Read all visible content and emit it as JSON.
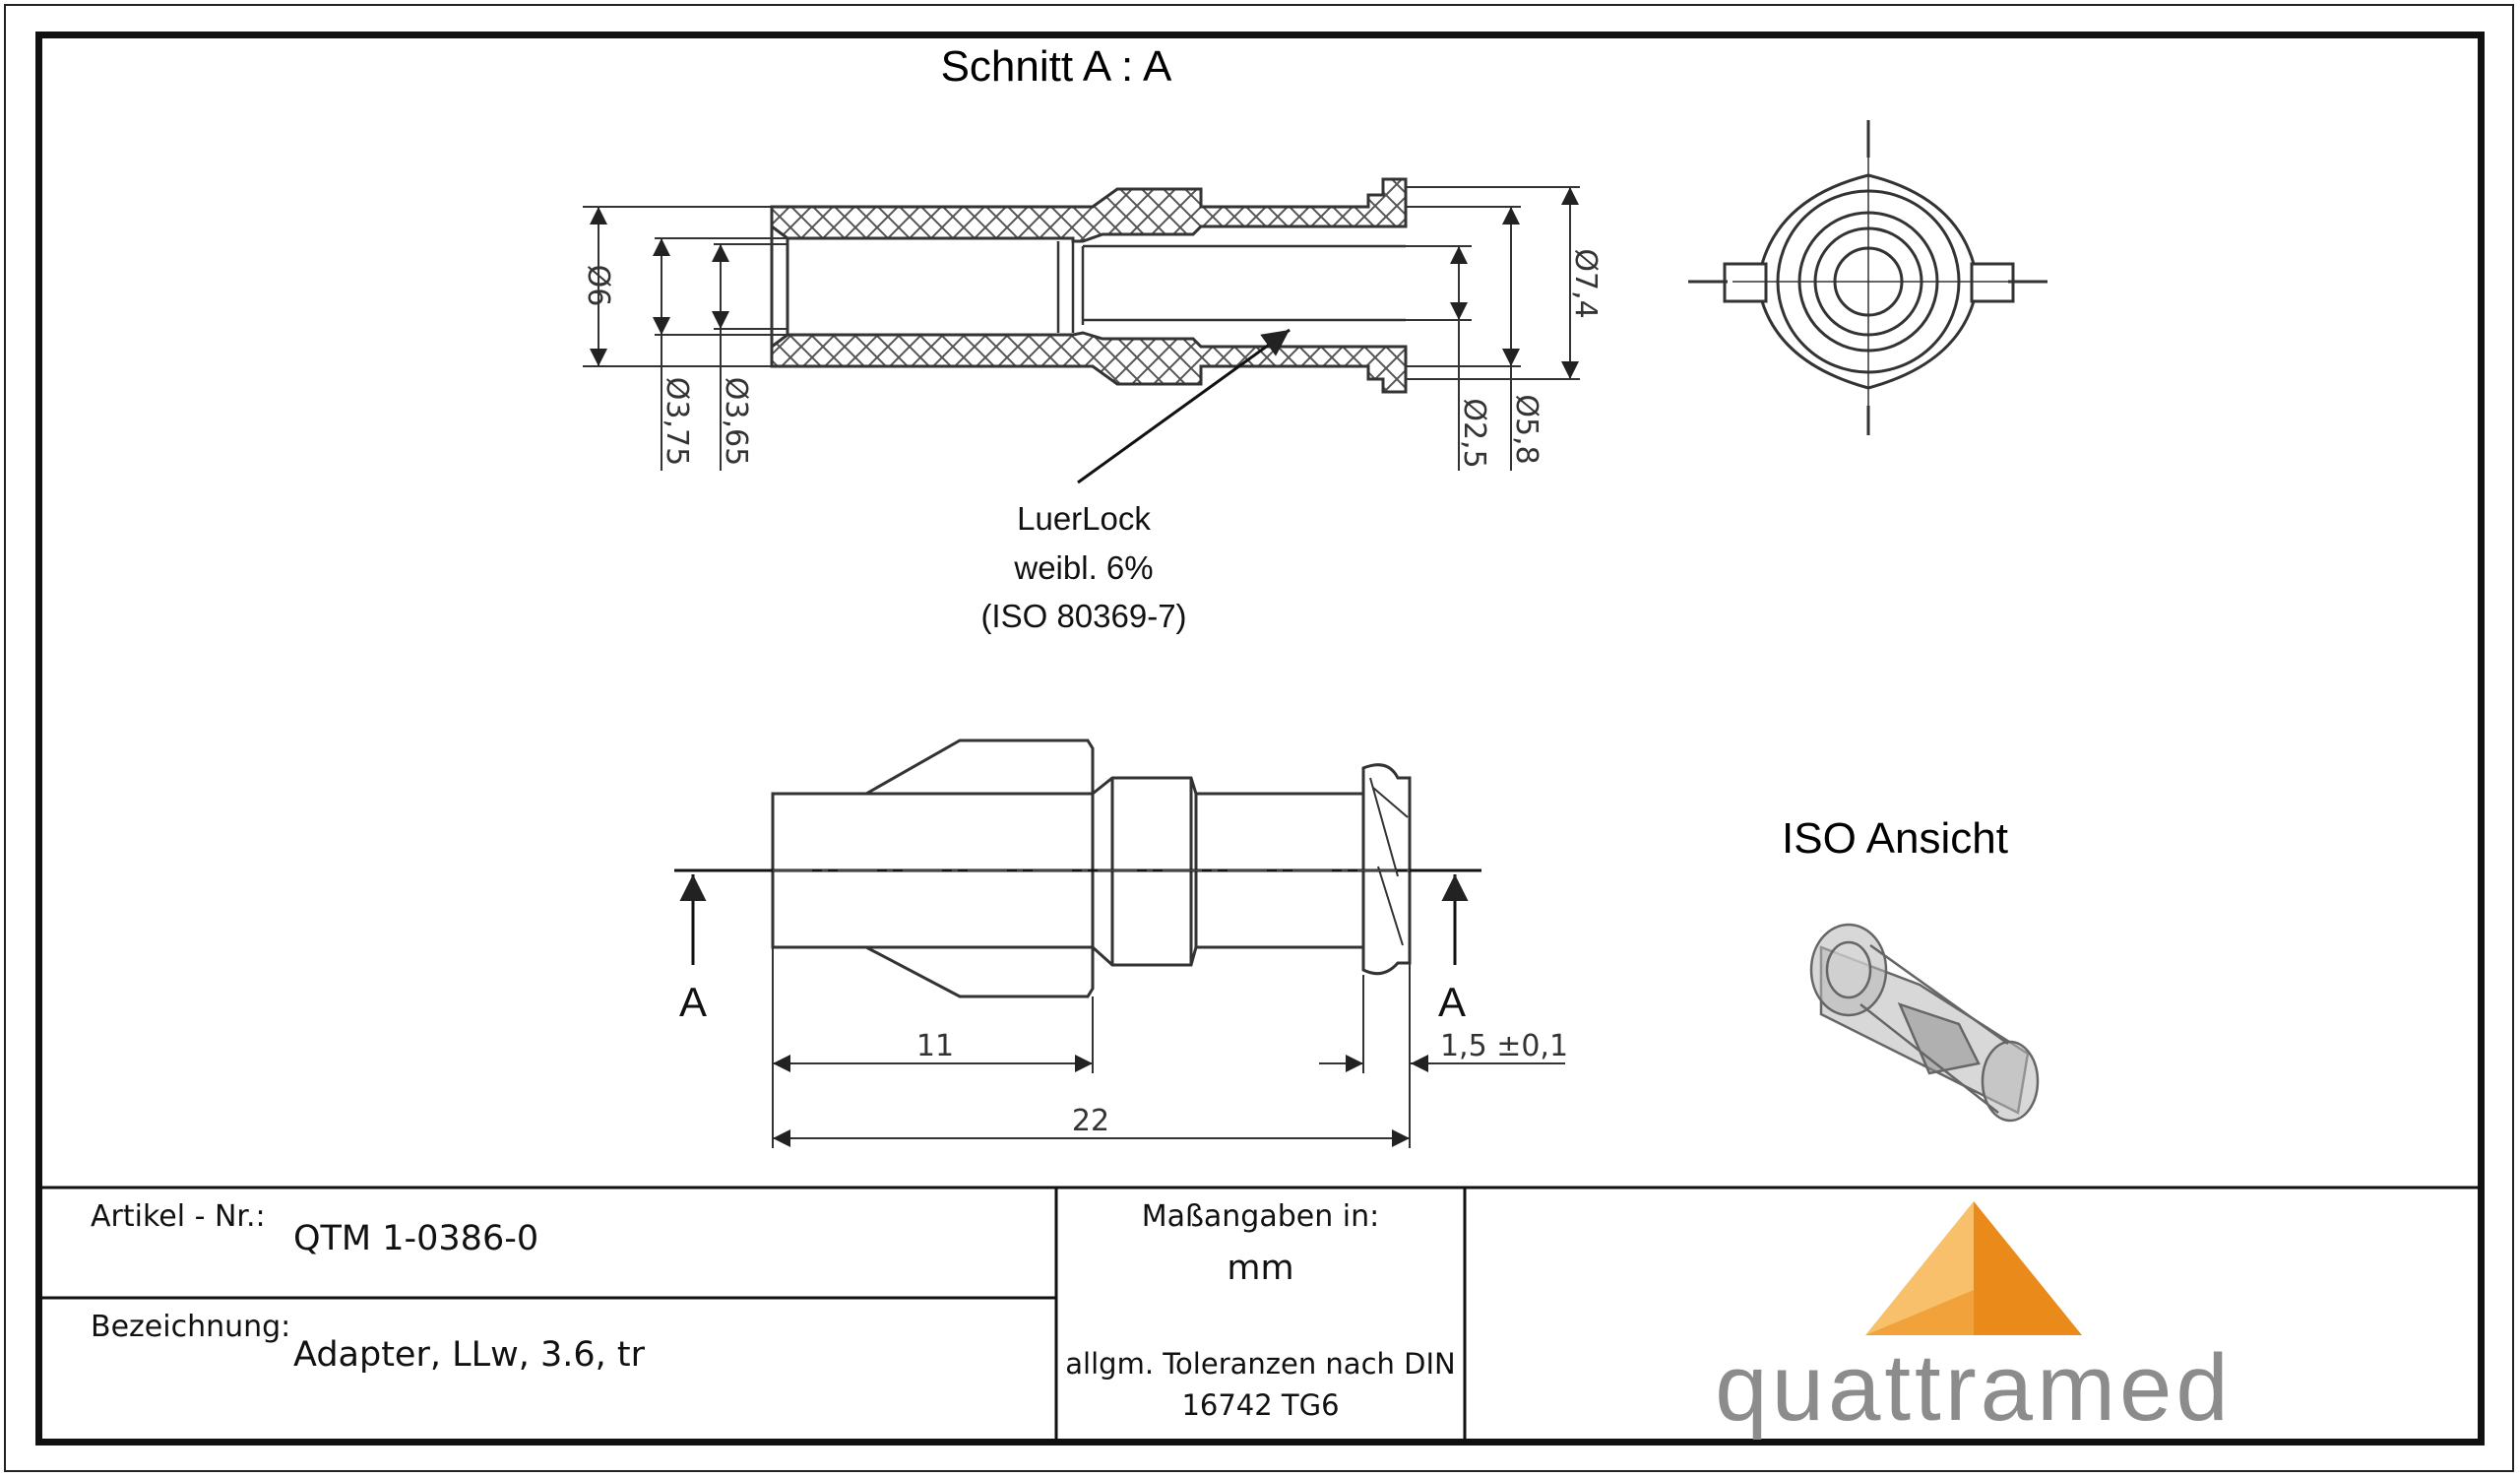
{
  "section_view": {
    "title": "Schnitt A : A"
  },
  "dimensions": {
    "d6": "Ø6",
    "d375": "Ø3,75",
    "d365": "Ø3,65",
    "d25": "Ø2,5",
    "d58": "Ø5,8",
    "d74": "Ø7,4",
    "len11": "11",
    "len22": "22",
    "flange": "1,5 ±0,1"
  },
  "callout": {
    "line1": "LuerLock",
    "line2": "weibl. 6%",
    "line3": "(ISO 80369-7)"
  },
  "section_markers": {
    "left": "A",
    "right": "A"
  },
  "iso_view": {
    "title": "ISO Ansicht"
  },
  "title_block": {
    "article_label": "Artikel - Nr.:",
    "article_value": "QTM 1-0386-0",
    "designation_label": "Bezeichnung:",
    "designation_value": "Adapter, LLw, 3.6, tr",
    "units_label": "Maßangaben in:",
    "units_value": "mm",
    "tolerance_line1": "allgm. Toleranzen nach DIN",
    "tolerance_line2": "16742 TG6"
  },
  "logo": {
    "name": "quattramed",
    "colors": {
      "light": "#F8C06A",
      "mid": "#F2A23A",
      "dark": "#E98A1A",
      "text": "#8C8C8C"
    }
  }
}
